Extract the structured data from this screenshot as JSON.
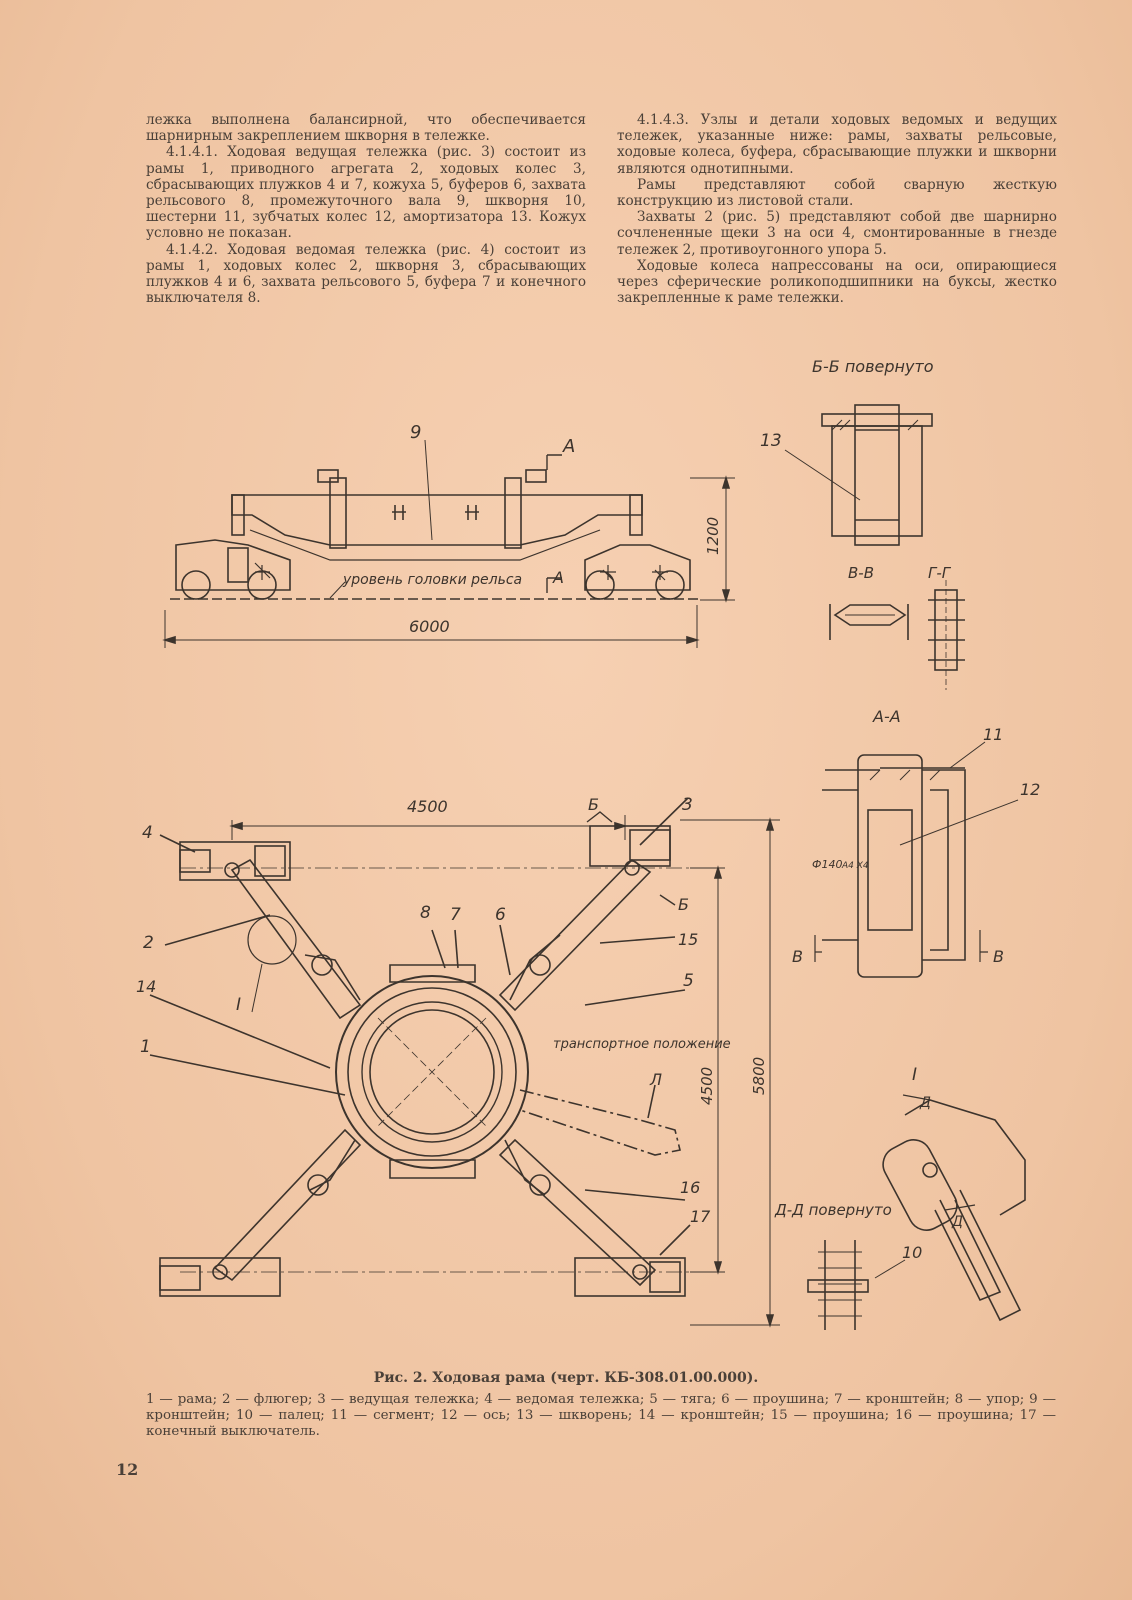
{
  "text_left": [
    {
      "text": "лежка выполнена балансирной, что обеспечивается шарнирным закреплением шкворня в тележке.",
      "indent": false
    },
    {
      "text": "4.1.4.1. Ходовая ведущая тележка (рис. 3) состоит из рамы 1, приводного агрегата 2, ходовых колес 3, сбрасывающих плужков 4 и 7, кожуха 5, буферов 6, захвата рельсового 8, промежуточного вала 9, шкворня 10, шестерни 11, зубчатых колес 12, амортизатора 13. Кожух условно не показан.",
      "indent": true
    },
    {
      "text": "4.1.4.2. Ходовая ведомая тележка (рис. 4) состоит из рамы 1, ходовых колес 2, шкворня 3, сбрасывающих плужков 4 и 6, захвата рельсового 5, буфера 7 и конечного выключателя 8.",
      "indent": true
    }
  ],
  "text_right": [
    {
      "text": "4.1.4.3. Узлы и детали ходовых ведомых и ведущих тележек, указанные ниже: рамы, захваты рельсовые, ходовые колеса, буфера, сбрасывающие плужки и шкворни являются однотипными.",
      "indent": true
    },
    {
      "text": "Рамы представляют собой сварную жесткую конструкцию из листовой стали.",
      "indent": true
    },
    {
      "text": "Захваты 2 (рис. 5) представляют собой две шарнирно сочлененные щеки 3 на оси 4, смонтированные в гнезде тележек 2, противоугонного упора 5.",
      "indent": true
    },
    {
      "text": "Ходовые колеса напрессованы на оси, опирающиеся через сферические роликоподшипники на буксы, жестко закрепленные к раме тележки.",
      "indent": true
    }
  ],
  "drawing": {
    "side_view": {
      "dim_length": "6000",
      "dim_height": "1200",
      "rail_label": "уровень головки рельса",
      "callout": "9",
      "section_mark": "А"
    },
    "plan_view": {
      "dim_width": "4500",
      "dim_height_inner": "4500",
      "dim_height_outer": "5800",
      "transport_label": "транспортное положение",
      "detail_mark": "I",
      "section_mark": "Б",
      "lead_mark": "Л",
      "callouts": [
        "1",
        "2",
        "3",
        "4",
        "5",
        "6",
        "7",
        "8",
        "14",
        "15",
        "16",
        "17"
      ]
    },
    "section_bb": {
      "title": "Б-Б повернуто",
      "callout": "13"
    },
    "section_vv": {
      "title": "В-В"
    },
    "section_gg": {
      "title": "Г-Г"
    },
    "section_aa": {
      "title": "А-А",
      "callouts": [
        "11",
        "12"
      ],
      "dim_label": "Ф140",
      "fit_label": "А4 Х4",
      "mark_v": "В"
    },
    "detail_i": {
      "title": "I",
      "mark_d": "Д"
    },
    "section_dd": {
      "title": "Д-Д повернуто",
      "callout": "10"
    }
  },
  "caption": "Рис. 2. Ходовая рама (черт. КБ-308.01.00.000).",
  "legend": "1 — рама; 2 — флюгер; 3 — ведущая тележка; 4 — ведомая тележка; 5 — тяга; 6 — проушина; 7 — кронштейн; 8 — упор; 9 — кронштейн; 10 — палец; 11 — сегмент; 12 — ось; 13 — шкворень; 14 — кронштейн; 15 — проушина; 16 — проушина; 17 — конечный выключатель.",
  "page_number": "12"
}
